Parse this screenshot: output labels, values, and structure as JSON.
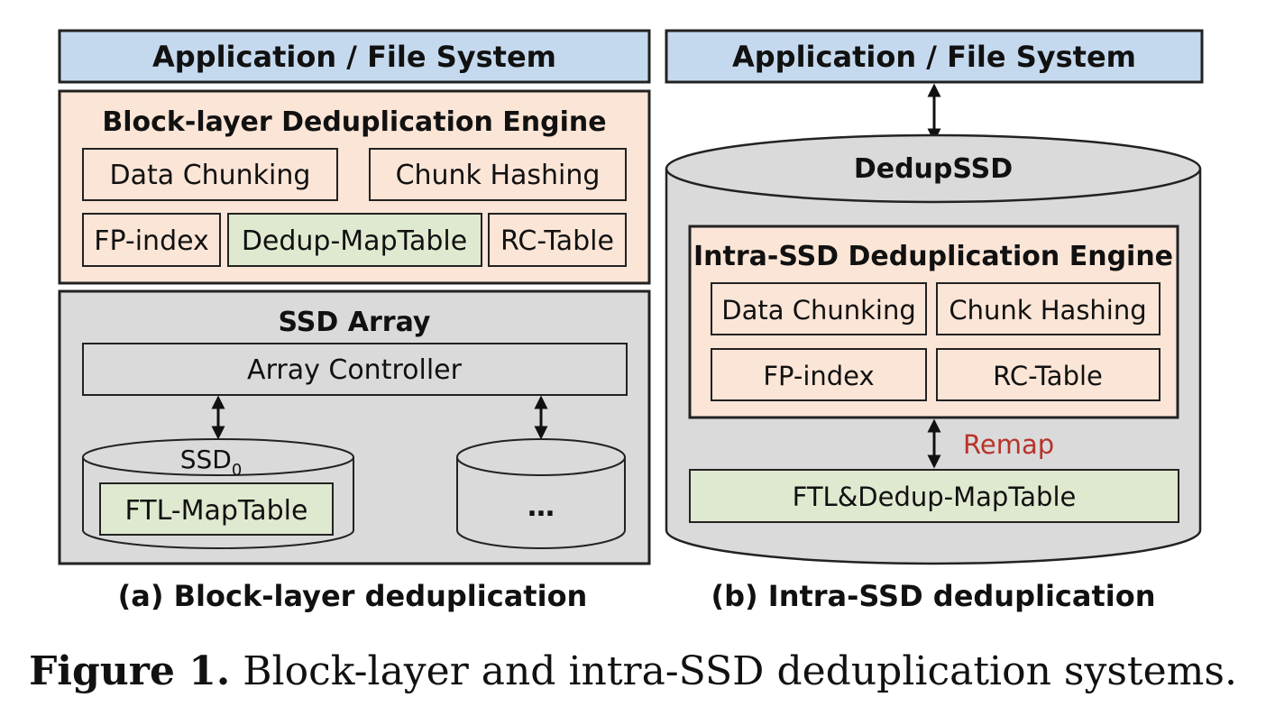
{
  "colors": {
    "app_fill": "#c5d9ee",
    "engine_fill": "#fbe5d6",
    "map_fill": "#dfe9cf",
    "ssd_fill": "#dadada",
    "remap_text": "#b8322a"
  },
  "panel_a": {
    "app_label": "Application / File System",
    "engine": {
      "title": "Block-layer Deduplication Engine",
      "data_chunking": "Data Chunking",
      "chunk_hashing": "Chunk Hashing",
      "fp_index": "FP-index",
      "dedup_maptable": "Dedup-MapTable",
      "rc_table": "RC-Table"
    },
    "ssd_array": {
      "title": "SSD Array",
      "array_controller": "Array Controller",
      "ssd0_label": "SSD",
      "ssd0_subscript": "0",
      "ftl_maptable": "FTL-MapTable",
      "ellipsis": "…"
    },
    "caption": "(a) Block-layer deduplication"
  },
  "panel_b": {
    "app_label": "Application / File System",
    "dedupssd_label": "DedupSSD",
    "engine": {
      "title": "Intra-SSD Deduplication Engine",
      "data_chunking": "Data Chunking",
      "chunk_hashing": "Chunk Hashing",
      "fp_index": "FP-index",
      "rc_table": "RC-Table"
    },
    "remap_label": "Remap",
    "ftl_dedup_maptable": "FTL&Dedup-MapTable",
    "caption": "(b) Intra-SSD deduplication"
  },
  "figure_caption": {
    "label": "Figure 1.",
    "text": "Block-layer and intra-SSD deduplication systems."
  }
}
